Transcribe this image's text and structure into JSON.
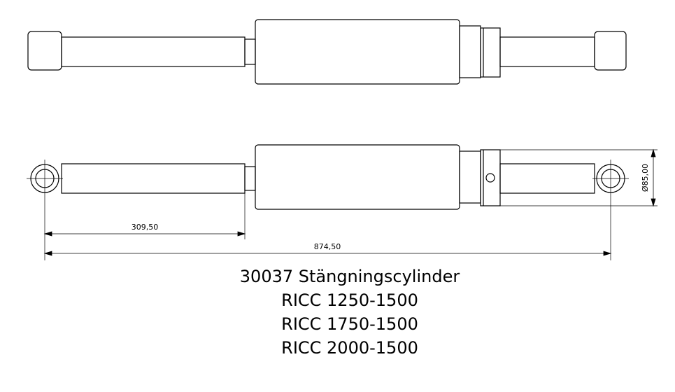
{
  "drawing": {
    "dim_left_length": "309,50",
    "dim_total_length": "874,50",
    "dim_diameter": "Ø85,00"
  },
  "caption": {
    "line1": "30037 Stängningscylinder",
    "line2": "RICC 1250-1500",
    "line3": "RICC 1750-1500",
    "line4": "RICC 2000-1500"
  }
}
